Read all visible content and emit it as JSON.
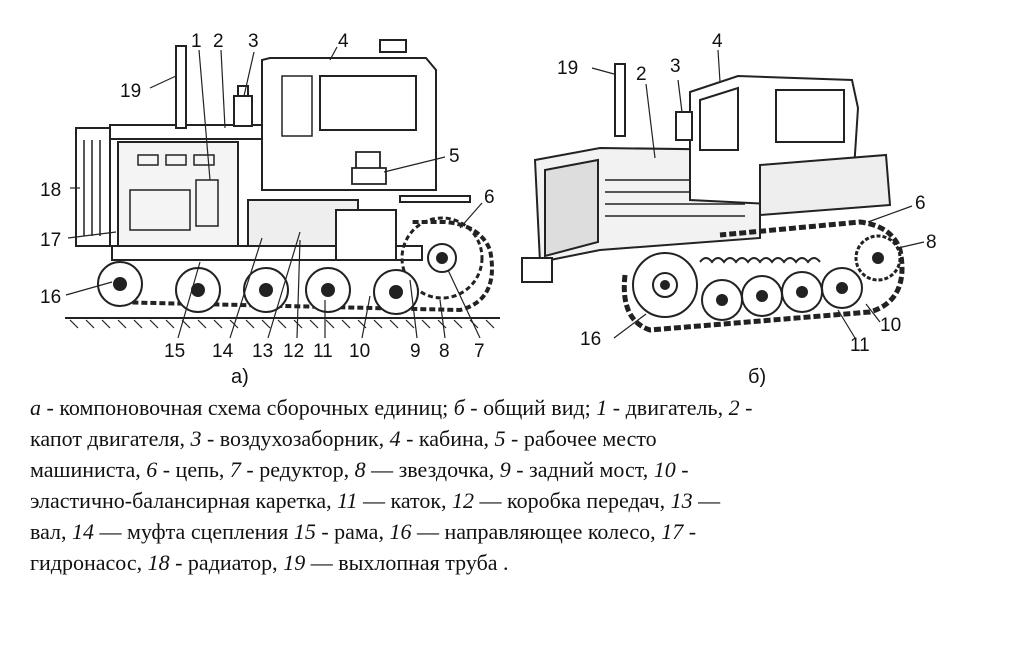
{
  "figure_a": {
    "sublabel": "а)",
    "labels": [
      "1",
      "2",
      "3",
      "4",
      "5",
      "6",
      "7",
      "8",
      "9",
      "10",
      "11",
      "12",
      "13",
      "14",
      "15",
      "16",
      "17",
      "18",
      "19"
    ]
  },
  "figure_b": {
    "sublabel": "б)",
    "labels": [
      "19",
      "2",
      "3",
      "4",
      "6",
      "8",
      "16",
      "11",
      "10"
    ]
  },
  "caption": {
    "lines": [
      [
        [
          "а",
          "i"
        ],
        [
          " - компоновочная схема сборочных единиц; ",
          ""
        ],
        [
          "б",
          "i"
        ],
        [
          " - общий вид; ",
          ""
        ],
        [
          "1",
          "i"
        ],
        [
          " - двигатель, ",
          ""
        ],
        [
          "2",
          "i"
        ],
        [
          " -",
          ""
        ]
      ],
      [
        [
          "капот двигателя, ",
          ""
        ],
        [
          "3",
          "i"
        ],
        [
          " - воздухозаборник, ",
          ""
        ],
        [
          "4",
          "i"
        ],
        [
          " - кабина, ",
          ""
        ],
        [
          "5",
          "i"
        ],
        [
          " - рабочее место",
          ""
        ]
      ],
      [
        [
          "машиниста, ",
          ""
        ],
        [
          "6",
          "i"
        ],
        [
          " - цепь, ",
          ""
        ],
        [
          "7",
          "i"
        ],
        [
          " - редуктор, ",
          ""
        ],
        [
          "8",
          "i"
        ],
        [
          " — звездочка, ",
          ""
        ],
        [
          "9",
          "i"
        ],
        [
          " - задний мост, ",
          ""
        ],
        [
          "10",
          "i"
        ],
        [
          " -",
          ""
        ]
      ],
      [
        [
          "эластично-балансирная  каретка, ",
          ""
        ],
        [
          "11",
          "i"
        ],
        [
          " — каток, ",
          ""
        ],
        [
          "12",
          "i"
        ],
        [
          " — коробка передач, ",
          ""
        ],
        [
          "13",
          "i"
        ],
        [
          " —",
          ""
        ]
      ],
      [
        [
          "вал, ",
          ""
        ],
        [
          "14",
          "i"
        ],
        [
          " — муфта сцепления ",
          ""
        ],
        [
          "15",
          "i"
        ],
        [
          " - рама, ",
          ""
        ],
        [
          "16",
          "i"
        ],
        [
          " — направляющее колесо, ",
          ""
        ],
        [
          "17",
          "i"
        ],
        [
          " -",
          ""
        ]
      ],
      [
        [
          "гидронасос, ",
          ""
        ],
        [
          "18",
          "i"
        ],
        [
          " - радиатор, ",
          ""
        ],
        [
          "19",
          "i"
        ],
        [
          " — выхлопная труба .",
          ""
        ]
      ]
    ]
  }
}
